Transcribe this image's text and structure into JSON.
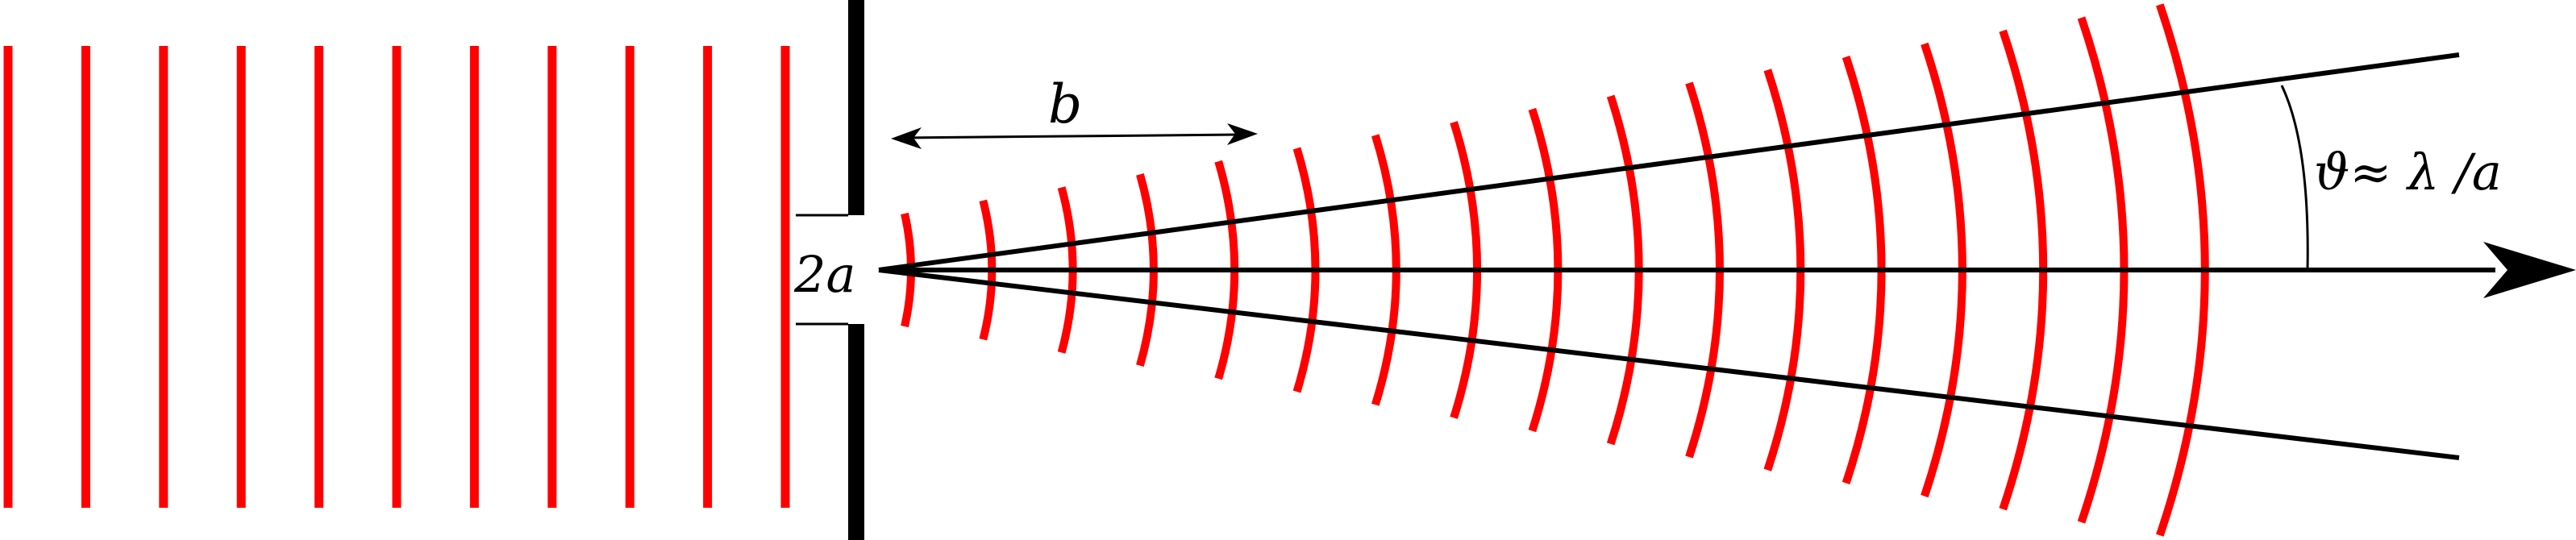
{
  "colors": {
    "wave": "#ff0000",
    "ink": "#000000",
    "background": "#ffffff"
  },
  "labels": {
    "aperture": "2a",
    "distance": "b",
    "angle": "ϑ≈ λ /a"
  },
  "diagram": {
    "plane_wave_count": 11,
    "diffracted_wave_count": 17
  }
}
